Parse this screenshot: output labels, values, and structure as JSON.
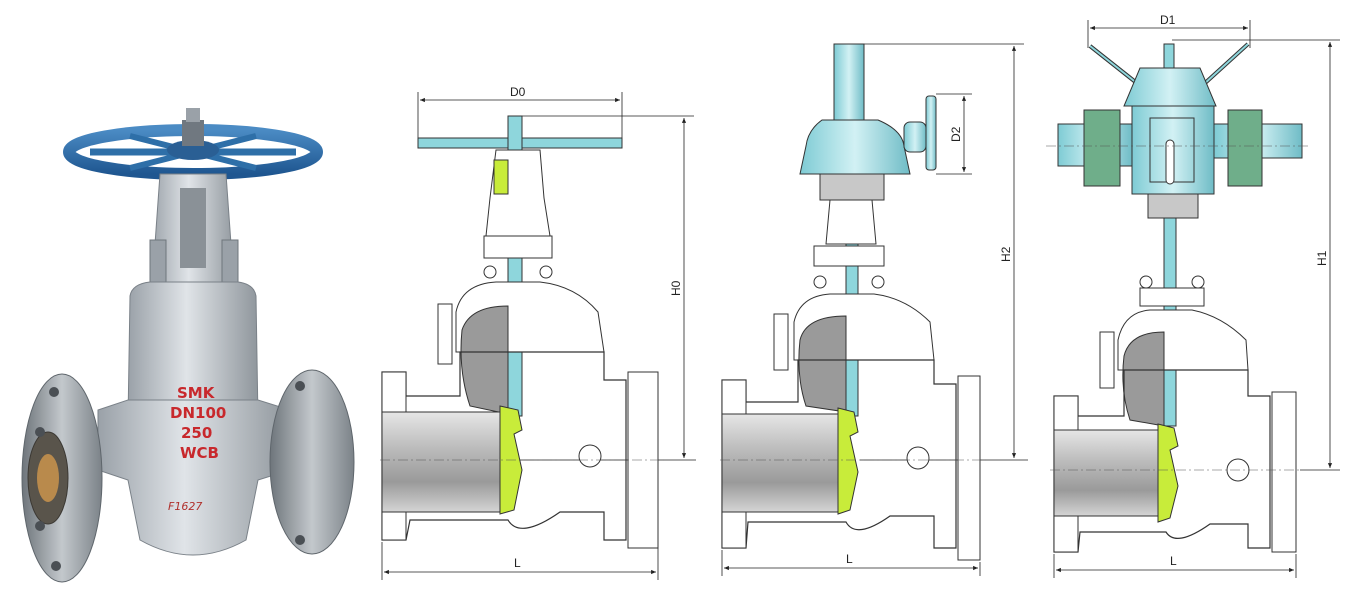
{
  "photo": {
    "marking_lines": [
      "SMK",
      "DN100",
      "250",
      "WCB"
    ],
    "heat_number": "F1627",
    "colors": {
      "handwheel": "#2e6fa8",
      "body": "#c9ced3",
      "flange": "#8d949a",
      "marking": "#c8282c"
    }
  },
  "drawings": [
    {
      "id": "handwheel",
      "width_label": "D0",
      "height_label": "H0",
      "length_label": "L"
    },
    {
      "id": "gear",
      "width_label": "D2",
      "height_label": "H2",
      "length_label": "L"
    },
    {
      "id": "electric",
      "width_label": "D1",
      "height_label": "H1",
      "length_label": "L"
    }
  ],
  "colors": {
    "stem": "#8ed6dc",
    "actuator": "#9fdbe2",
    "seal": "#c8ec3a",
    "body_section": "#9a9a9a",
    "outline": "#333333",
    "bore": "#c8c8c8"
  }
}
